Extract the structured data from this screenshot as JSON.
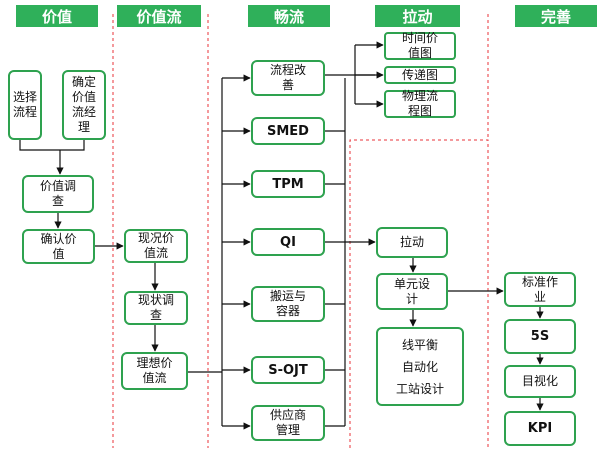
{
  "headers": {
    "value": "价值",
    "value_stream": "价值流",
    "flow": "畅流",
    "pull": "拉动",
    "perfect": "完善"
  },
  "nodes": {
    "select_process": "选择\n流程",
    "define_manager": "确定\n价值\n流经\n理",
    "value_survey": "价值调\n查",
    "confirm_value": "确认价\n值",
    "current_vsm": "现况价\n值流",
    "current_survey": "现状调\n查",
    "ideal_vsm": "理想价\n值流",
    "process_improve": "流程改\n善",
    "smed": "SMED",
    "tpm": "TPM",
    "qi": "QI",
    "handling": "搬运与\n容器",
    "sojt": "S-OJT",
    "supply_mgmt": "供应商\n管理",
    "time_value_map": "时间价\n值图",
    "transfer_map": "传递图",
    "physical_flow_map": "物理流\n程图",
    "pull_node": "拉动",
    "cell_design": "单元设\n计",
    "line_items": [
      "线平衡",
      "自动化",
      "工站设计"
    ],
    "standard_work": "标准作\n业",
    "five_s": "5S",
    "visual": "目视化",
    "kpi": "KPI"
  },
  "colors": {
    "header_bg": "#2fb05a",
    "box_border": "#2ea24f",
    "divider": "#e8333a",
    "arrow": "#111111"
  }
}
